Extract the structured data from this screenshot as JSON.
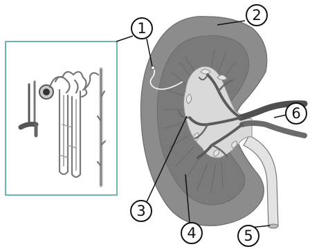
{
  "colors": {
    "cortex": "#8c8c8c",
    "medulla": "#6f6f6f",
    "pelvis": "#d9d9d9",
    "vessel": "#5a5a5a",
    "ureter": "#e3e3e3",
    "box_border": "#4aa3a0",
    "callout": "#111111",
    "background": "#ffffff"
  },
  "callouts": [
    {
      "id": "1",
      "label": "1"
    },
    {
      "id": "2",
      "label": "2"
    },
    {
      "id": "3",
      "label": "3"
    },
    {
      "id": "4",
      "label": "4"
    },
    {
      "id": "5",
      "label": "5"
    },
    {
      "id": "6",
      "label": "6"
    }
  ],
  "icons": {
    "kidney": "kidney-cross-section-illustration",
    "nephron": "nephron-illustration"
  }
}
